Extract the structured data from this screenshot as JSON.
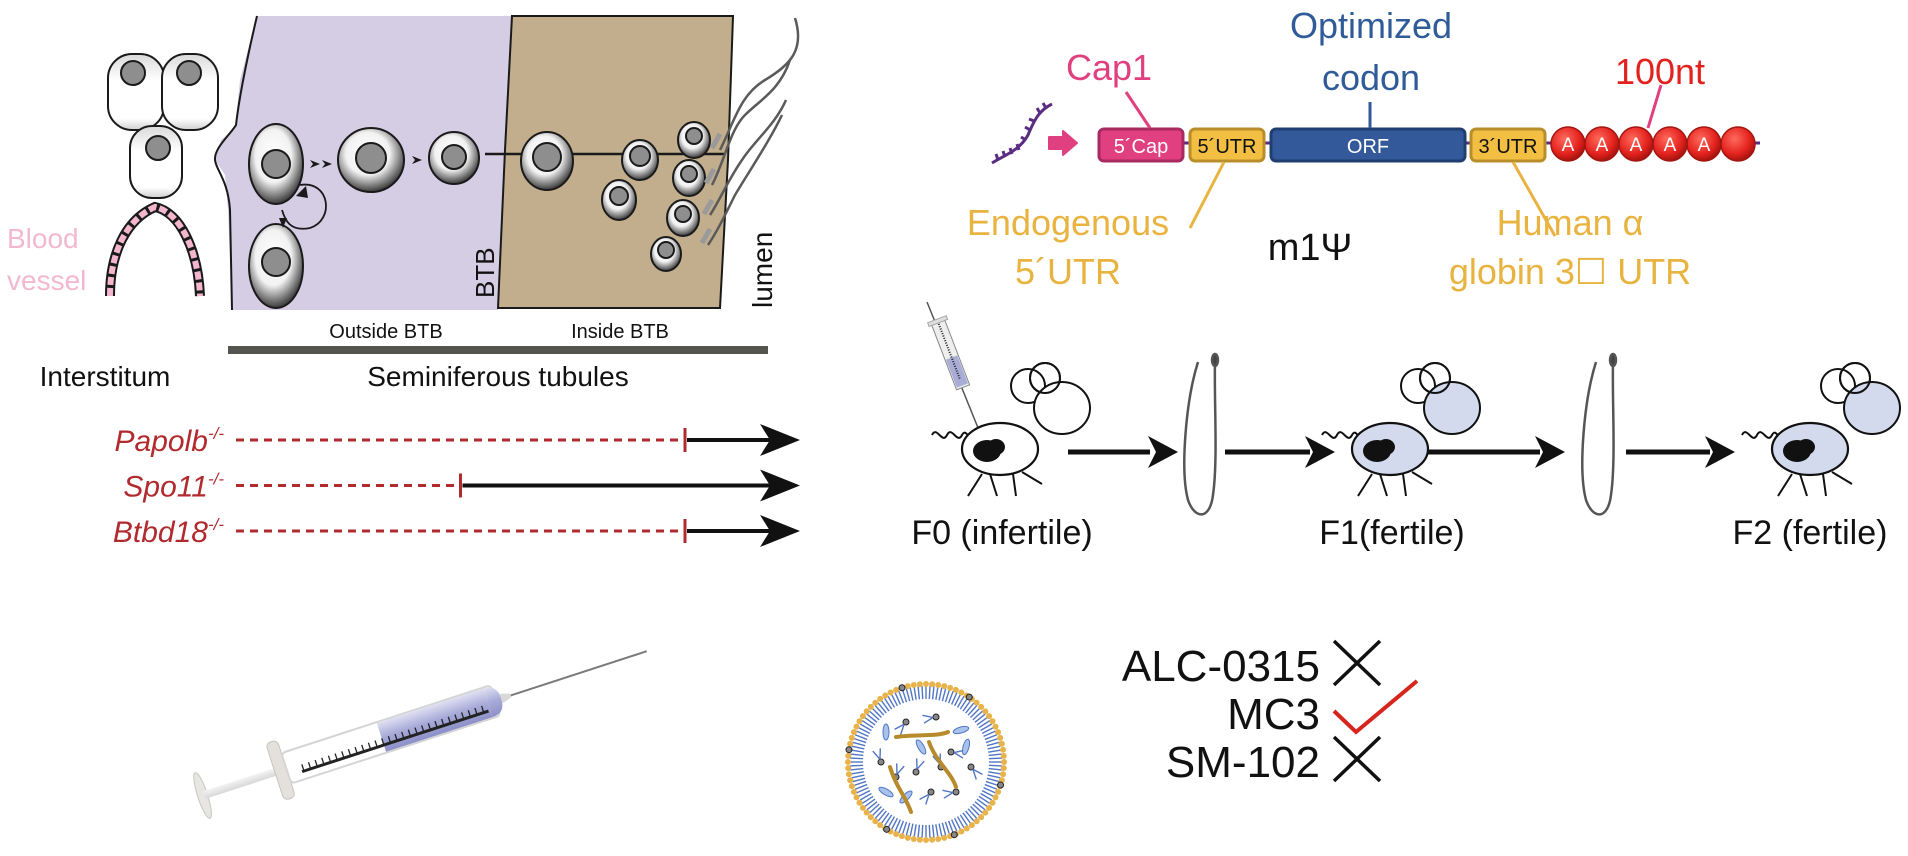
{
  "colors": {
    "interstitial_fill": "#d4cde3",
    "adluminal_fill": "#c2ae8d",
    "blood_vessel_label": "#f2b8cf",
    "blood_vessel_cells": "#f4b6cd",
    "knockout_red": "#b02a2e",
    "cap_pink": "#e0407f",
    "utr_yellow": "#f2bf42",
    "utr_border": "#b98d2a",
    "orf_blue": "#33599a",
    "polyA_red": "#e3211d",
    "label_orange": "#e8b33f",
    "label_blue": "#2f5b99",
    "label_red": "#e3211d",
    "mrna_purple": "#5a2d82",
    "mouse_fill": "#d3daee",
    "lnp_lipid_blue": "#5276c4",
    "lnp_head_gold": "#e7b34a",
    "lnp_rna_gold": "#b78a2c",
    "check_red": "#d6251d",
    "syringe_liquid": "#a9acd6"
  },
  "testis_panel": {
    "regions": {
      "interstitum": "Interstitum",
      "seminiferous_tubules": "Seminiferous tubules",
      "outside_btb": "Outside BTB",
      "inside_btb": "Inside BTB",
      "btb": "BTB",
      "lumen": "lumen",
      "blood_vessel_line1": "Blood",
      "blood_vessel_line2": "vessel"
    }
  },
  "knockouts": [
    {
      "gene": "Papolb",
      "genotype": "-/-",
      "arrest_stage_fraction": 0.8
    },
    {
      "gene": "Spo11",
      "genotype": "-/-",
      "arrest_stage_fraction": 0.4
    },
    {
      "gene": "Btbd18",
      "genotype": "-/-",
      "arrest_stage_fraction": 0.8
    }
  ],
  "mrna_construct": {
    "segments": [
      {
        "id": "cap",
        "label": "5´Cap"
      },
      {
        "id": "utr5",
        "label": "5´UTR"
      },
      {
        "id": "orf",
        "label": "ORF"
      },
      {
        "id": "utr3",
        "label": "3´UTR"
      }
    ],
    "polyA_beads": [
      "A",
      "A",
      "A",
      "A",
      "A",
      ""
    ],
    "annotations": {
      "cap": "Cap1",
      "orf_line1": "Optimized",
      "orf_line2": "codon",
      "polyA": "100nt",
      "utr5_line1": "Endogenous",
      "utr5_line2": "5´UTR",
      "modification": "m1Ψ",
      "utr3_line1": "Human α",
      "utr3_line2": "globin 3☐ UTR"
    }
  },
  "generations": [
    {
      "label": "F0 (infertile)",
      "injected": true,
      "rescued": false
    },
    {
      "label": "F1(fertile)",
      "injected": false,
      "rescued": true
    },
    {
      "label": "F2 (fertile)",
      "injected": false,
      "rescued": true
    }
  ],
  "lnp_formulations": [
    {
      "name": "ALC-0315",
      "result": "fail",
      "symbol": "cross"
    },
    {
      "name": "MC3",
      "result": "success",
      "symbol": "check"
    },
    {
      "name": "SM-102",
      "result": "fail",
      "symbol": "cross"
    }
  ]
}
